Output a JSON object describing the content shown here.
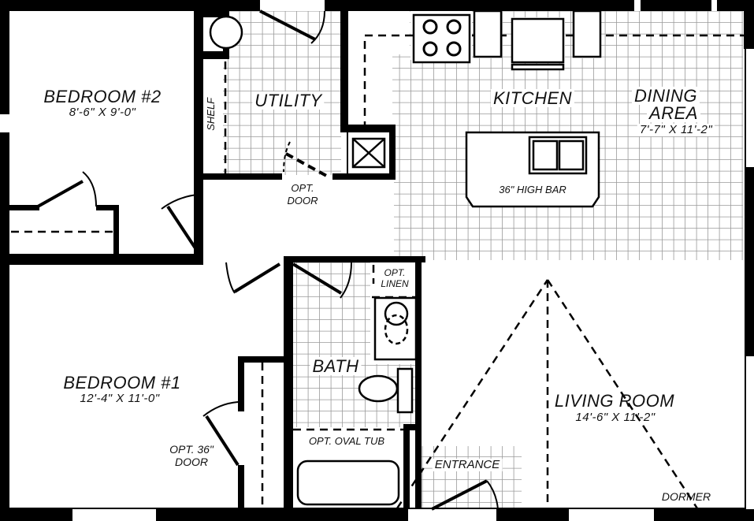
{
  "plan": {
    "colors": {
      "wall": "#000000",
      "grid": "#9a9a9a",
      "background": "#ffffff",
      "text": "#111111"
    },
    "rooms": [
      {
        "id": "bedroom-2",
        "name": "BEDROOM #2",
        "dimensions": "8'-6\" X 9'-0\""
      },
      {
        "id": "utility",
        "name": "UTILITY",
        "dimensions": ""
      },
      {
        "id": "kitchen",
        "name": "KITCHEN",
        "dimensions": ""
      },
      {
        "id": "dining-area",
        "name": "DINING",
        "name_line2": "AREA",
        "dimensions": "7'-7\" X 11'-2\""
      },
      {
        "id": "bath",
        "name": "BATH",
        "dimensions": ""
      },
      {
        "id": "bedroom-1",
        "name": "BEDROOM #1",
        "dimensions": "12'-4\" X 11'-0\""
      },
      {
        "id": "living-room",
        "name": "LIVING ROOM",
        "dimensions": "14'-6\" X 11'-2\""
      },
      {
        "id": "entrance",
        "name": "ENTRANCE",
        "dimensions": ""
      }
    ],
    "notes": {
      "shelf": "SHELF",
      "opt_door": "OPT.",
      "opt_door_line2": "DOOR",
      "high_bar": "36\" HIGH BAR",
      "opt_linen": "OPT.",
      "opt_linen_line2": "LINEN",
      "opt_oval_tub": "OPT. OVAL TUB",
      "opt_36_door": "OPT. 36\"",
      "opt_36_door_line2": "DOOR",
      "dormer": "DORMER"
    }
  }
}
